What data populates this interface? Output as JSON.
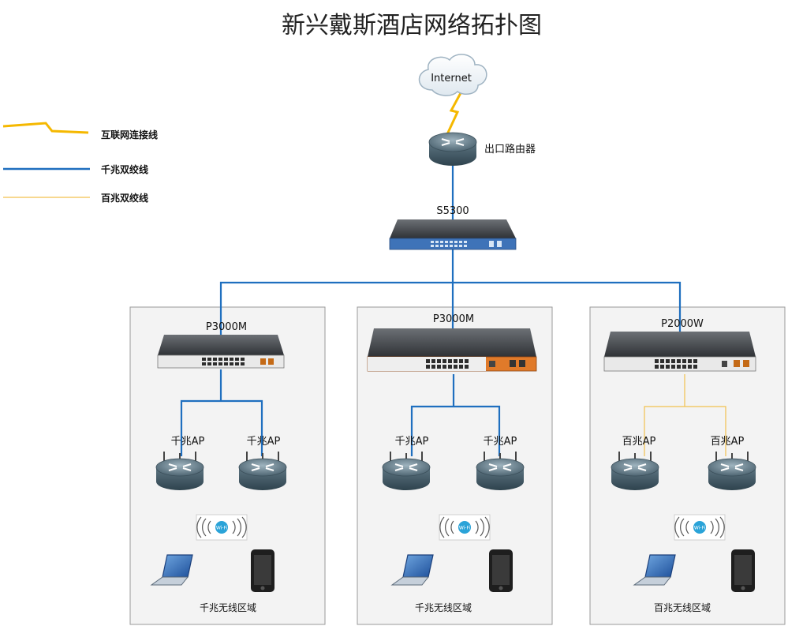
{
  "title": "新兴戴斯酒店网络拓扑图",
  "legend": {
    "internet_link": "互联网连接线",
    "gigabit_cable": "千兆双绞线",
    "fast_cable": "百兆双绞线"
  },
  "colors": {
    "internet_link": "#f5b800",
    "gigabit_cable": "#1f6fbf",
    "fast_cable": "#f2c14e",
    "zone_fill": "#f3f3f3",
    "zone_border": "#9a9a9a"
  },
  "cloud": {
    "label": "Internet",
    "icon": "cloud-icon"
  },
  "router": {
    "label": "出口路由器",
    "icon": "router-icon"
  },
  "core_switch": {
    "label": "S5300",
    "icon": "switch-icon"
  },
  "zones": [
    {
      "switch_label": "P3000M",
      "ap_labels": [
        "千兆AP",
        "千兆AP"
      ],
      "zone_label": "千兆无线区域",
      "cable": "gigabit"
    },
    {
      "switch_label": "P3000M",
      "ap_labels": [
        "千兆AP",
        "千兆AP"
      ],
      "zone_label": "千兆无线区域",
      "cable": "gigabit"
    },
    {
      "switch_label": "P2000W",
      "ap_labels": [
        "百兆AP",
        "百兆AP"
      ],
      "zone_label": "百兆无线区域",
      "cable": "fast"
    }
  ],
  "wifi_badge": {
    "text": "Wi-Fi",
    "icon": "wifi-icon"
  },
  "devices": {
    "laptop_icon": "laptop-icon",
    "phone_icon": "phone-icon"
  }
}
